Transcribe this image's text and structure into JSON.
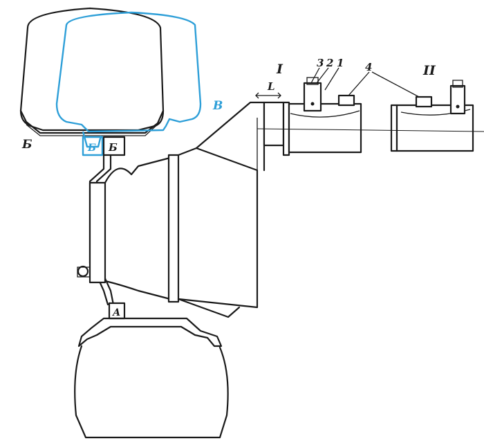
{
  "labels": {
    "b_left": "Б",
    "b_box": "Б",
    "b_blue": "Б",
    "v_blue": "В",
    "a_box": "А",
    "roman_1": "I",
    "roman_2": "II",
    "dim_l": "L",
    "num_3": "3",
    "num_2": "2",
    "num_1": "1",
    "num_4": "4"
  },
  "colors": {
    "ink": "#1a1a1a",
    "blue": "#2e9fd8",
    "background": "#ffffff"
  }
}
